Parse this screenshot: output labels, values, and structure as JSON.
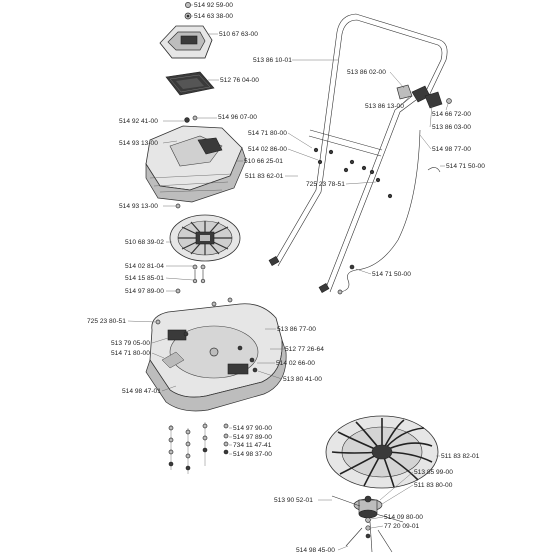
{
  "diagram": {
    "part_numbers": [
      "514 92 59-00",
      "514 63 38-00",
      "510 67 63-00",
      "513 86 10-01",
      "513 86 02-00",
      "512 76 04-00",
      "513 86 13-00",
      "514 66 72-00",
      "514 92 41-00",
      "514 96 07-00",
      "513 86 03-00",
      "514 71 80-00",
      "514 93 13-00",
      "514 02 86-00",
      "514 98 77-00",
      "510 66 25-01",
      "514 71 50-00",
      "511 83 62-01",
      "725 23 78-51",
      "514 93 13-00",
      "510 68 39-02",
      "514 71 50-00",
      "514 02 81-04",
      "514 15 85-01",
      "514 97 89-00",
      "725 23 80-51",
      "513 86 77-00",
      "513 79 05-00",
      "512 77 26-64",
      "514 71 80-00",
      "514 02 66-00",
      "514 98 47-01",
      "513 80 41-00",
      "514 97 90-00",
      "514 97 89-00",
      "734 11 47-41",
      "514 98 37-00",
      "511 83 82-01",
      "513 85 99-00",
      "511 83 80-00",
      "513 90 52-01",
      "514 09 80-00",
      "77 20 09-01",
      "514 98 45-00"
    ]
  }
}
